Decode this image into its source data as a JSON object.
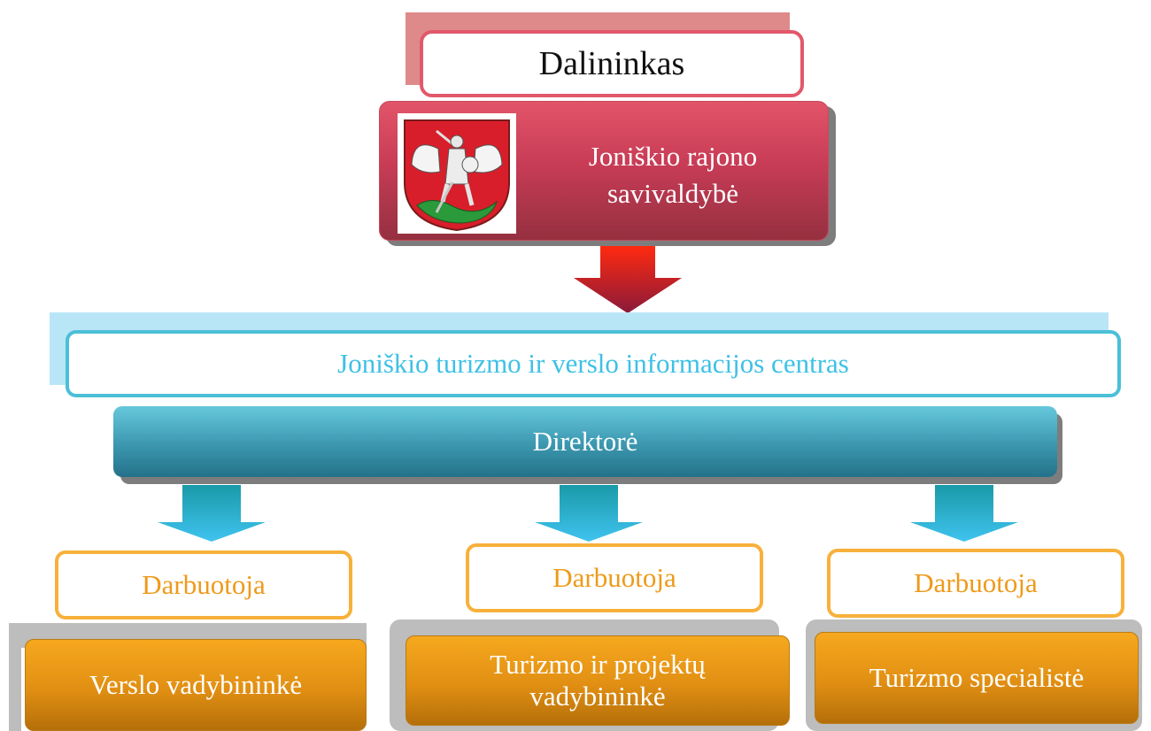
{
  "owner": {
    "label": "Dalininkas"
  },
  "municipality": {
    "line1": "Joniškio rajono",
    "line2": "savivaldybė"
  },
  "center": {
    "label": "Joniškio turizmo ir verslo informacijos centras"
  },
  "director": {
    "label": "Direktorė"
  },
  "employees": [
    {
      "label": "Darbuotoja"
    },
    {
      "label": "Darbuotoja"
    },
    {
      "label": "Darbuotoja"
    }
  ],
  "roles": [
    {
      "line1": "Verslo vadybininkė",
      "line2": ""
    },
    {
      "line1": "Turizmo ir projektų",
      "line2": "vadybininkė"
    },
    {
      "line1": "Turizmo specialistė",
      "line2": ""
    }
  ],
  "colors": {
    "owner_border": "#e2586a",
    "municipality_fill": "#c83c56",
    "center_border": "#4bbfd7",
    "center_text": "#3ec1e6",
    "director_fill": "#3e9bb3",
    "employee_border": "#f7b13b",
    "employee_text": "#ee9a1a",
    "role_fill": "#e18f13",
    "arrow_red": "#d8321f",
    "arrow_teal": "#2bb3d4"
  }
}
